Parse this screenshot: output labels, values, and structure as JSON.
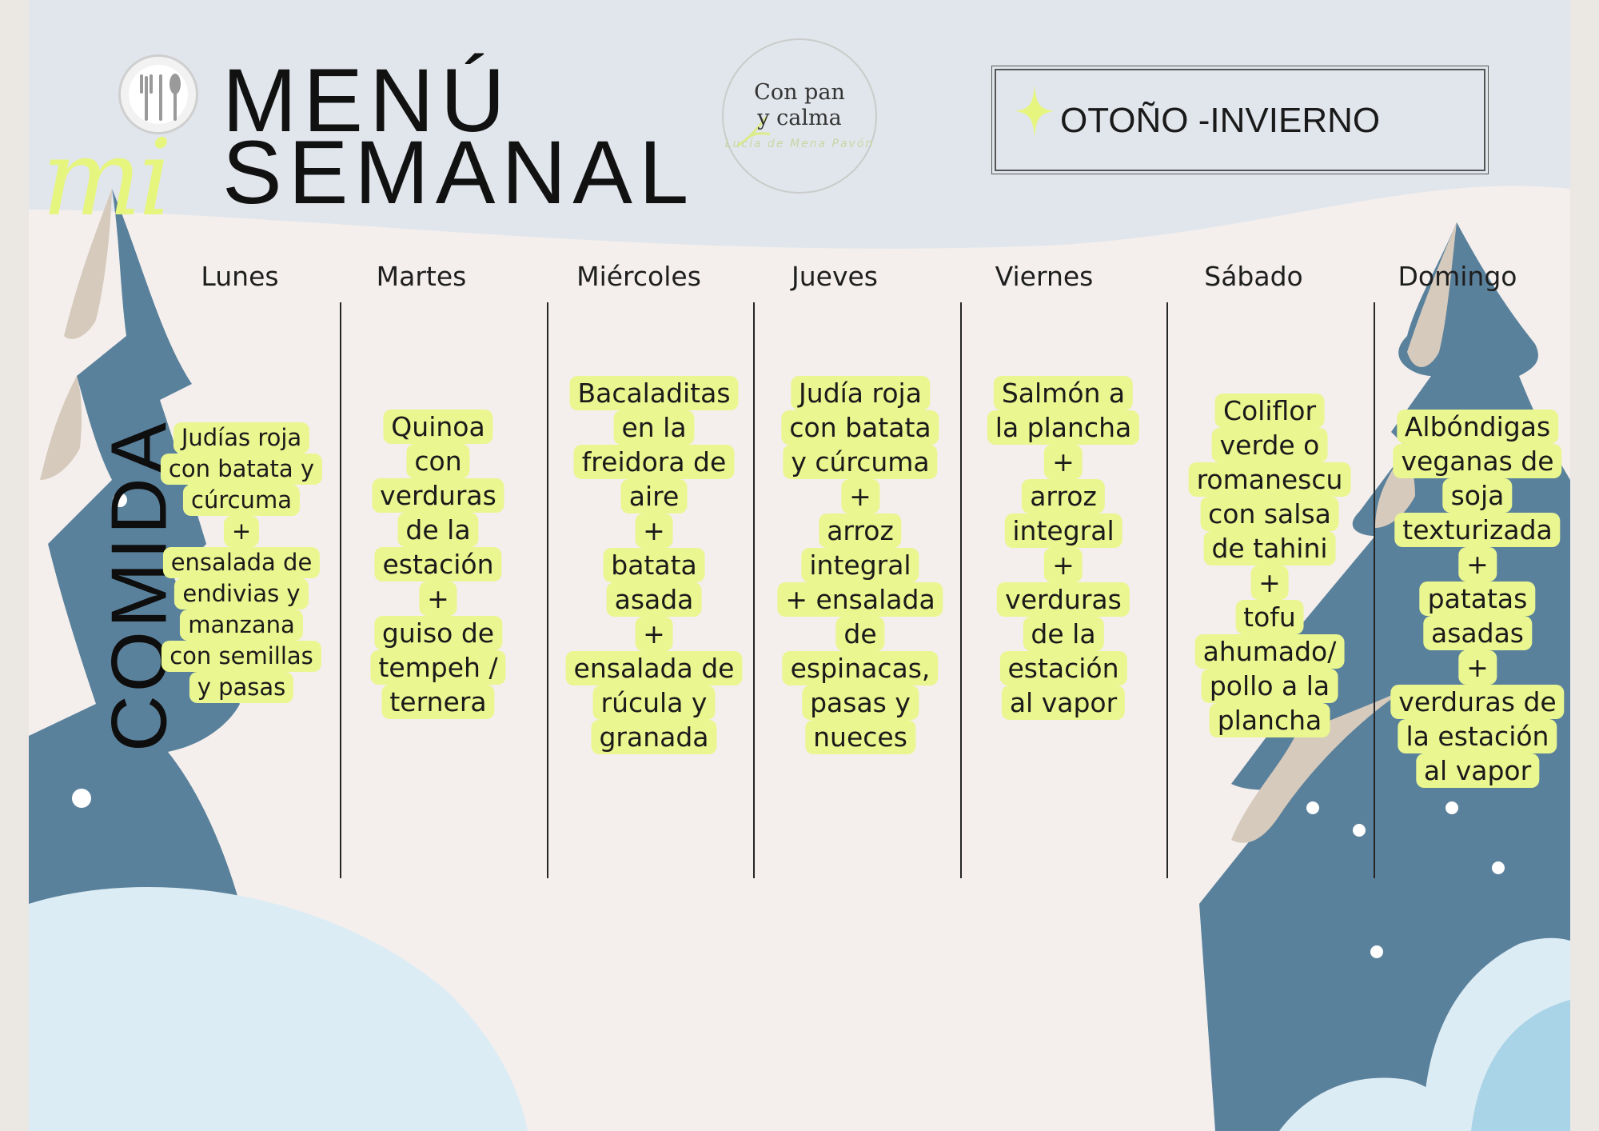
{
  "header": {
    "title_script": "mi",
    "title_line1": "MENÚ",
    "title_line2": "SEMANAL",
    "season": "OTOÑO -INVIERNO"
  },
  "logo": {
    "name_line1": "Con pan",
    "name_line2": "y calma",
    "author": "Lucía de Mena Pavón"
  },
  "meal_label": "COMIDA",
  "days": [
    {
      "name": "Lunes",
      "lines": [
        "Judías roja",
        "con batata y",
        "cúrcuma",
        "+",
        "ensalada de",
        "endivias y",
        "manzana",
        "con semillas",
        "y pasas"
      ]
    },
    {
      "name": "Martes",
      "lines": [
        "Quinoa",
        "con",
        "verduras",
        "de la",
        "estación",
        "+",
        "guiso de",
        "tempeh /",
        "ternera"
      ]
    },
    {
      "name": "Miércoles",
      "lines": [
        "Bacaladitas",
        "en la",
        "freidora de",
        "aire",
        "+",
        "batata",
        "asada",
        "+",
        "ensalada de",
        "rúcula y",
        "granada"
      ]
    },
    {
      "name": "Jueves",
      "lines": [
        "Judía roja",
        "con batata",
        "y cúrcuma",
        "+",
        "arroz",
        "integral",
        "+ ensalada",
        "de",
        "espinacas,",
        "pasas y",
        "nueces"
      ]
    },
    {
      "name": "Viernes",
      "lines": [
        "Salmón a",
        "la plancha",
        "+",
        "arroz",
        "integral",
        "+",
        "verduras",
        "de la",
        "estación",
        "al vapor"
      ]
    },
    {
      "name": "Sábado",
      "lines": [
        "Coliflor",
        "verde o",
        "romanescu",
        "con salsa",
        "de tahini",
        "+",
        "tofu",
        "ahumado/",
        "pollo a la",
        "plancha"
      ]
    },
    {
      "name": "Domingo",
      "lines": [
        "Albóndigas",
        "veganas de",
        "soja",
        "texturizada",
        "+",
        "patatas",
        "asadas",
        "+",
        "verduras de",
        "la estación",
        "al vapor"
      ]
    }
  ],
  "colors": {
    "accent": "#eaf68f",
    "tree": "#5a819c",
    "tree_highlight": "#d6cabc",
    "snow": "#dcecf4",
    "sky": "#e1e6ec"
  }
}
